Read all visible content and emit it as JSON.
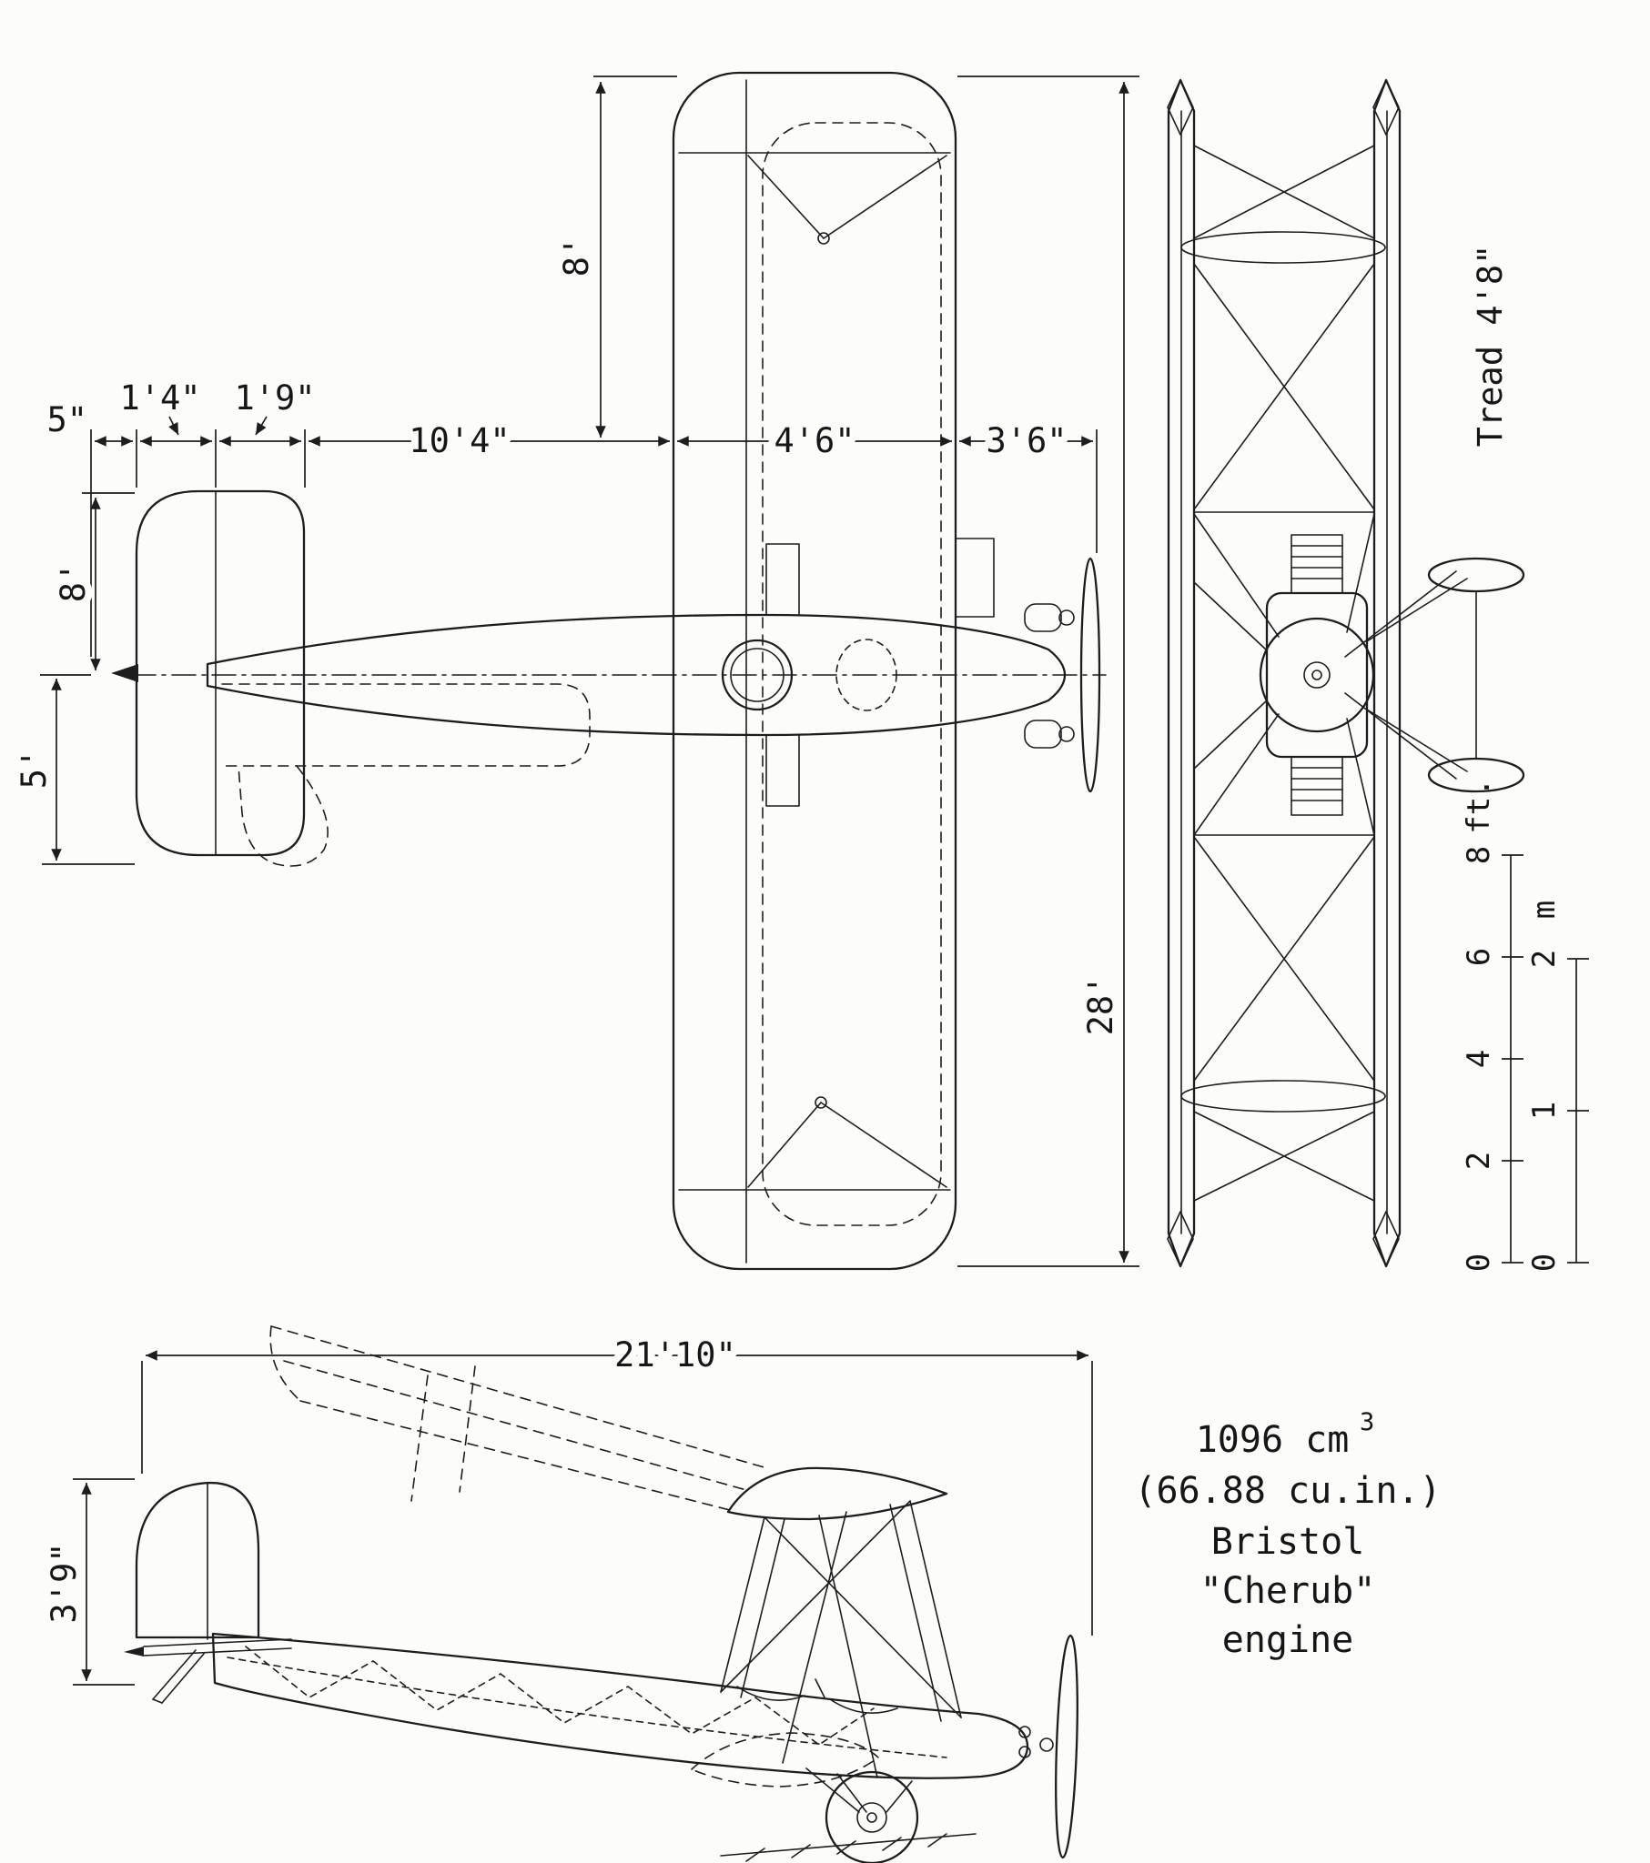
{
  "page": {
    "paper_color": "#fcfcfb",
    "ink_color": "#1d1d1d"
  },
  "top_view": {
    "dim_elevator_tab": "5\"",
    "dim_elevator_chord": "1'4\"",
    "dim_stabilizer_chord": "1'9\"",
    "dim_tail_to_wing": "10'4\"",
    "dim_wing_chord": "4'6\"",
    "dim_wing_to_nose": "3'6\"",
    "dim_outer_panel": "8'",
    "dim_tail_span_upper": "8'",
    "dim_tail_span_lower": "5'",
    "dim_wingspan": "28'"
  },
  "front_view": {
    "dim_tread": "Tread 4'8\"",
    "scale_feet": {
      "unit": "ft.",
      "t8": "8",
      "t6": "6",
      "t4": "4",
      "t2": "2",
      "t0": "0"
    },
    "scale_meters": {
      "unit": "m",
      "t2": "2",
      "t1": "1",
      "t0": "0"
    }
  },
  "side_view": {
    "dim_length": "21'10\"",
    "dim_tail_height": "3'9\"",
    "engine_note": {
      "displacement": "1096 cm",
      "displacement_exp": "3",
      "displacement_alt": "(66.88 cu.in.)",
      "engine_make": "Bristol",
      "engine_model": "\"Cherub\"",
      "engine_word": "engine"
    }
  }
}
